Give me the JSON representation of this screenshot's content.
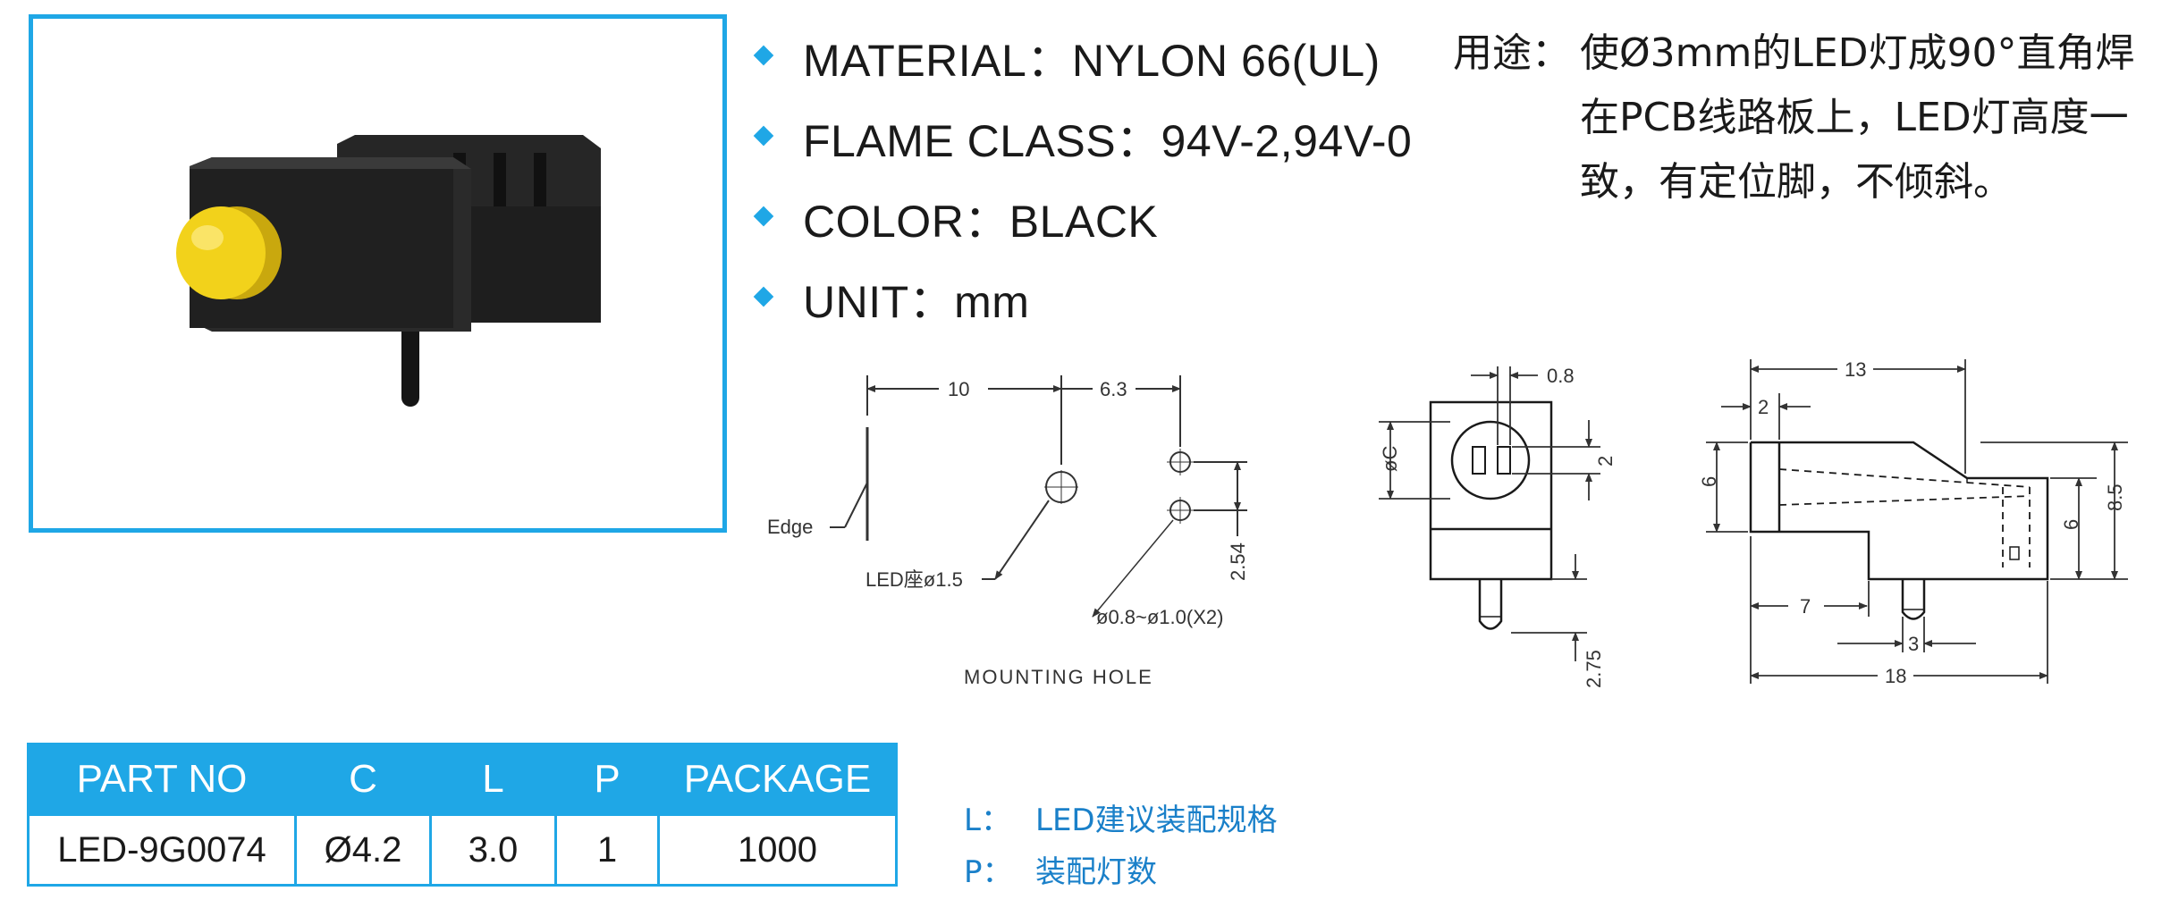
{
  "specs": [
    {
      "label": "MATERIAL：NYLON 66(UL)"
    },
    {
      "label": "FLAME CLASS：94V-2,94V-0"
    },
    {
      "label": "COLOR：BLACK"
    },
    {
      "label": "UNIT：mm"
    }
  ],
  "usage": {
    "label": "用途：",
    "lines": [
      "使Ø3mm的LED灯成90°直角焊",
      "在PCB线路板上，LED灯高度一",
      "致，有定位脚，不倾斜。"
    ]
  },
  "mounting": {
    "dim_10": "10",
    "dim_6_3": "6.3",
    "dim_2_54": "2.54",
    "edge": "Edge",
    "led_seat": "LED座ø1.5",
    "pin_hole": "ø0.8~ø1.0(X2)",
    "caption": "MOUNTING HOLE"
  },
  "front_view": {
    "dim_0_8": "0.8",
    "dim_c": "øC",
    "dim_2": "2",
    "dim_2_75": "2.75"
  },
  "side_view": {
    "dim_13": "13",
    "dim_2": "2",
    "dim_6_left": "6",
    "dim_6_right": "6",
    "dim_8_5": "8.5",
    "dim_7": "7",
    "dim_3": "3",
    "dim_18": "18"
  },
  "table": {
    "headers": [
      "PART NO",
      "C",
      "L",
      "P",
      "PACKAGE"
    ],
    "rows": [
      [
        "LED-9G0074",
        "Ø4.2",
        "3.0",
        "1",
        "1000"
      ]
    ]
  },
  "notes": [
    {
      "key": "L：",
      "value": "LED建议装配规格"
    },
    {
      "key": "P：",
      "value": "装配灯数"
    }
  ],
  "colors": {
    "accent": "#1fa7e6",
    "note_text": "#1a80c9",
    "led": "#f2d21b",
    "housing": "#1c1c1c"
  }
}
